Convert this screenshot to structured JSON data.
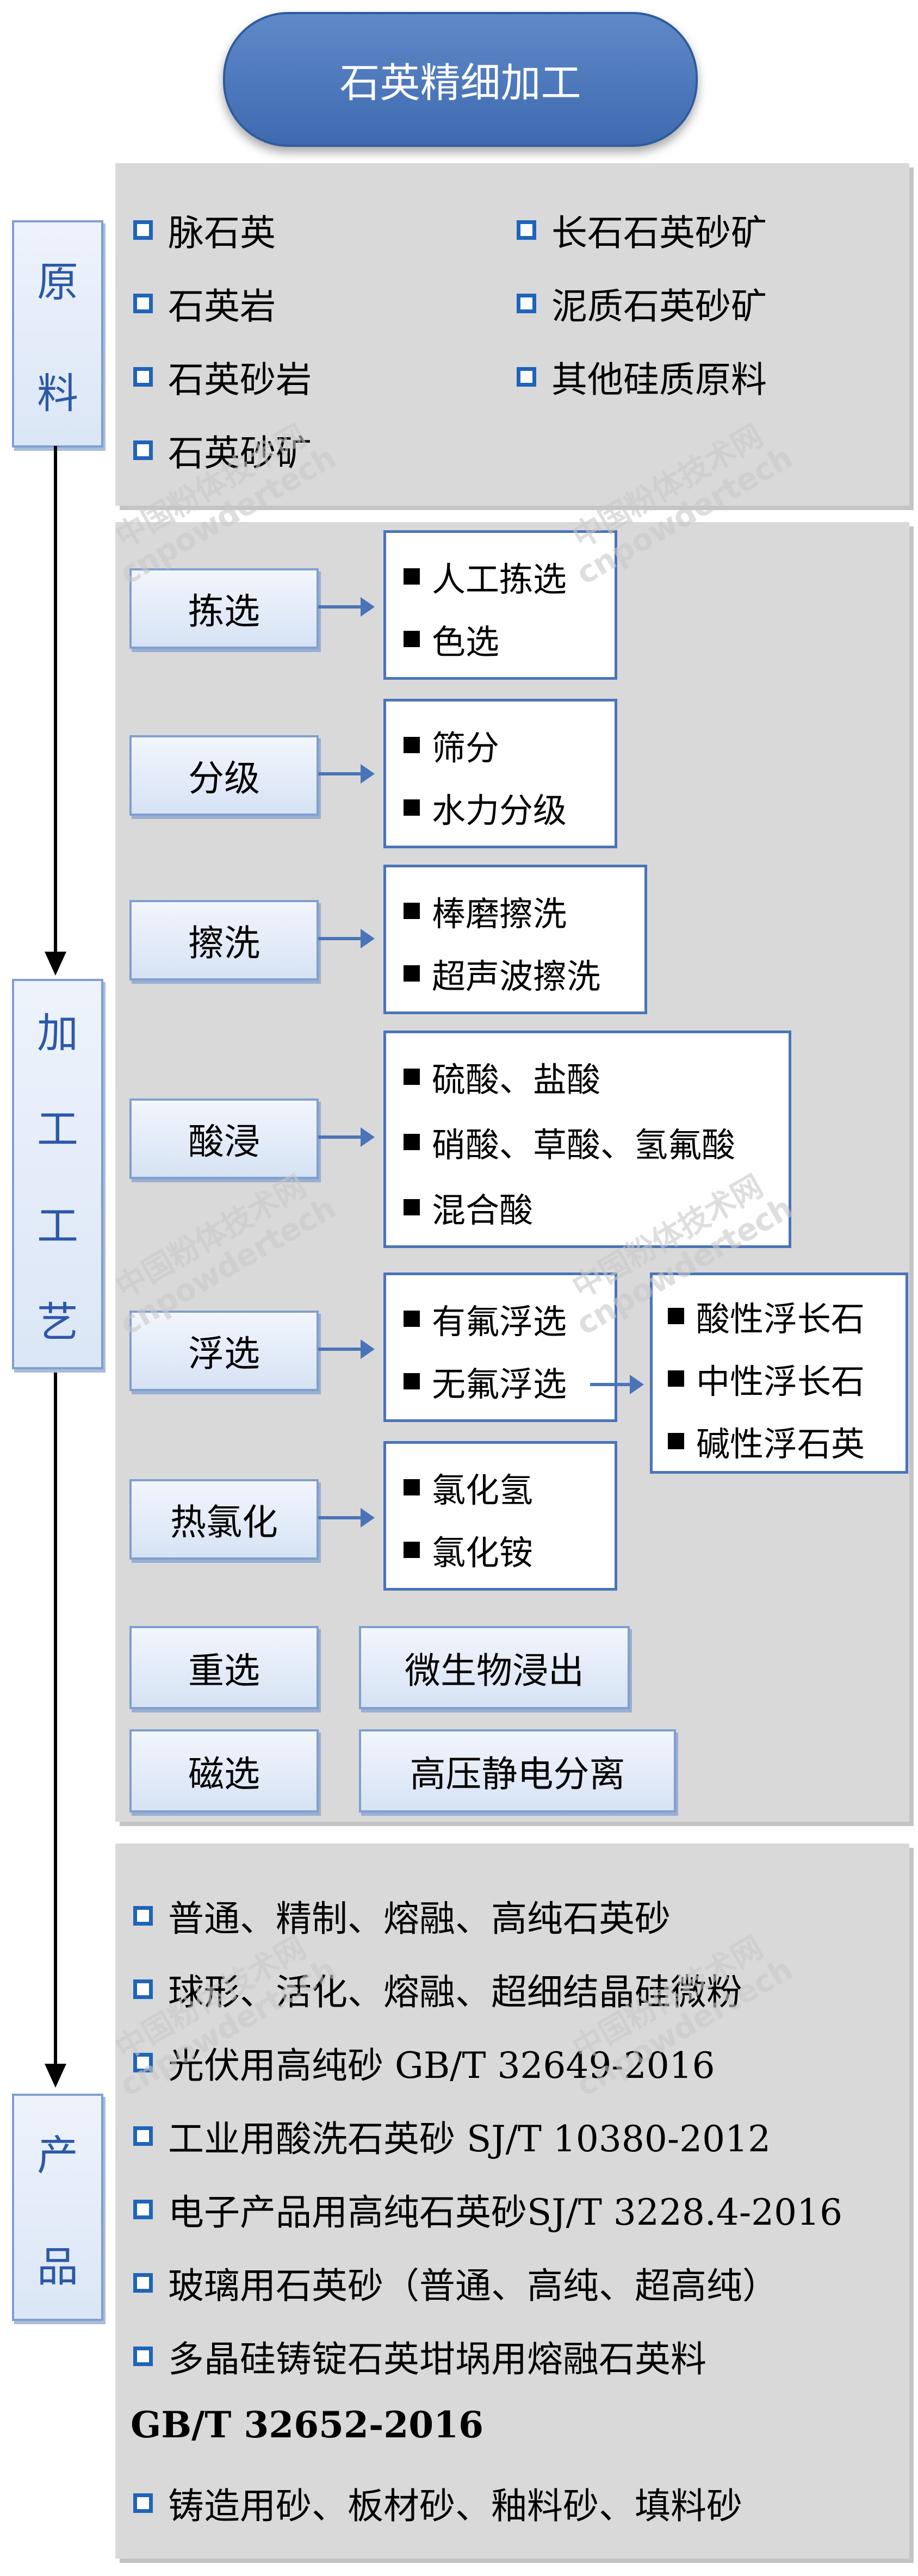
{
  "title": "石英精细加工",
  "side_labels": {
    "raw": [
      "原",
      "料"
    ],
    "process": [
      "加",
      "工",
      "工",
      "艺"
    ],
    "product": [
      "产",
      "品"
    ]
  },
  "raw_materials": [
    "脉石英",
    "长石石英砂矿",
    "石英岩",
    "泥质石英砂矿",
    "石英砂岩",
    "其他硅质原料",
    "石英砂矿"
  ],
  "processes": [
    {
      "name": "拣选",
      "methods": [
        "人工拣选",
        "色选"
      ]
    },
    {
      "name": "分级",
      "methods": [
        "筛分",
        "水力分级"
      ]
    },
    {
      "name": "擦洗",
      "methods": [
        "棒磨擦洗",
        "超声波擦洗"
      ]
    },
    {
      "name": "酸浸",
      "methods": [
        "硫酸、盐酸",
        "硝酸、草酸、氢氟酸",
        "混合酸"
      ]
    },
    {
      "name": "浮选",
      "methods": [
        "有氟浮选",
        "无氟浮选"
      ],
      "sub_methods": [
        "酸性浮长石",
        "中性浮长石",
        "碱性浮石英"
      ]
    },
    {
      "name": "热氯化",
      "methods": [
        "氯化氢",
        "氯化铵"
      ]
    }
  ],
  "other_processes": [
    "重选",
    "微生物浸出",
    "磁选",
    "高压静电分离"
  ],
  "products": [
    "普通、精制、熔融、高纯石英砂",
    "球形、活化、熔融、超细结晶硅微粉",
    "光伏用高纯砂 GB/T 32649-2016",
    "工业用酸洗石英砂 SJ/T 10380-2012",
    "电子产品用高纯石英砂SJ/T 3228.4-2016",
    "玻璃用石英砂（普通、高纯、超高纯）",
    "多晶硅铸锭石英坩埚用熔融石英料",
    "铸造用砂、板材砂、釉料砂、填料砂"
  ],
  "product_standard_line": "GB/T 32652-2016",
  "watermark": {
    "cn": "中国粉体技术网",
    "en": "cnpowdertech"
  },
  "colors": {
    "accent": "#3f6ab0",
    "panel": "#d9d9d9",
    "bullet": "#1f64b8",
    "tab_text": "#2c58a8"
  }
}
